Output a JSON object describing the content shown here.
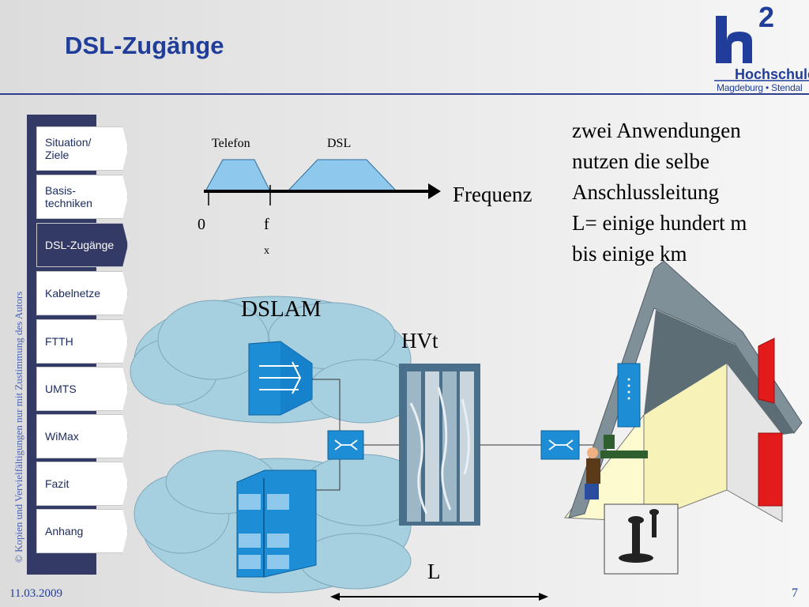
{
  "header": {
    "title": "DSL-Zugänge"
  },
  "logo": {
    "superscript": "2",
    "line1": "Hochschule",
    "line2": "Magdeburg • Stendal"
  },
  "copyright": "© Kopien und Vervielfältigungen nur mit Zustimmung des Autors",
  "sidebar": {
    "items": [
      {
        "label": "Situation/ Ziele",
        "active": false
      },
      {
        "label": "Basis-techniken",
        "active": false
      },
      {
        "label": "DSL-Zugänge",
        "active": true
      },
      {
        "label": "Kabelnetze",
        "active": false
      },
      {
        "label": "FTTH",
        "active": false
      },
      {
        "label": "UMTS",
        "active": false
      },
      {
        "label": "WiMax",
        "active": false
      },
      {
        "label": "Fazit",
        "active": false
      },
      {
        "label": "Anhang",
        "active": false
      }
    ]
  },
  "frequency_diagram": {
    "band1_label": "Telefon",
    "band2_label": "DSL",
    "axis_label": "Frequenz",
    "tick_zero": "0",
    "tick_f": "f",
    "tick_f_sub": "x"
  },
  "info": {
    "lines": [
      "zwei Anwendungen",
      "nutzen die selbe",
      "Anschlussleitung",
      "L= einige hundert m",
      "bis einige km"
    ]
  },
  "network": {
    "dslam_label": "DSLAM",
    "hvt_label": "HVt",
    "line_label": "L"
  },
  "colors": {
    "title_blue": "#1f3d99",
    "sidebar_navy": "#343a66",
    "band_blue": "#8ec8ec",
    "device_blue": "#1d8dd6",
    "cloud": "#a6cfe0",
    "house_roof": "#7f9099",
    "house_wall": "#fdfad0",
    "chimney_red": "#e31b1b"
  },
  "footer": {
    "date": "11.03.2009",
    "page": "7"
  }
}
